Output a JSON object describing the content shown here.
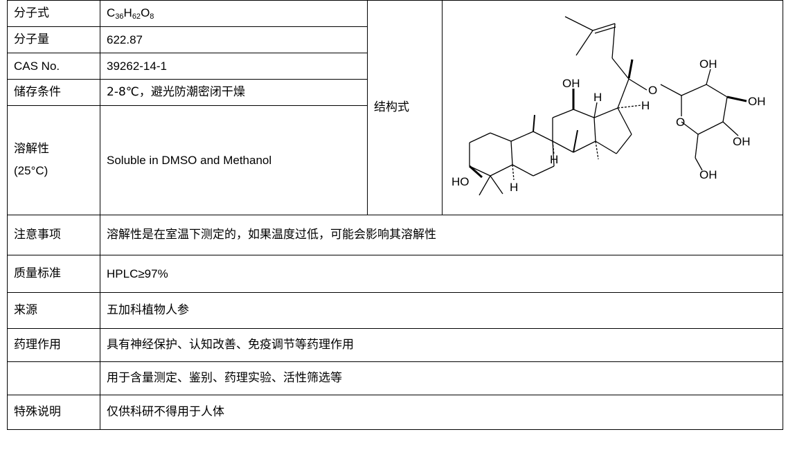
{
  "rows": {
    "formula": {
      "label": "分子式",
      "value_parts": [
        "C",
        "36",
        "H",
        "62",
        "O",
        "8"
      ]
    },
    "mw": {
      "label": "分子量",
      "value": "622.87"
    },
    "cas": {
      "label": "CAS No.",
      "value": "39262-14-1"
    },
    "storage": {
      "label": "储存条件",
      "value": "2-8℃，避光防潮密闭干燥"
    },
    "solubility": {
      "label_line1": "溶解性",
      "label_line2": "(25°C)",
      "value": "Soluble in DMSO and Methanol"
    },
    "structure_label": "结构式",
    "notes": {
      "label": "注意事项",
      "value": "溶解性是在室温下测定的，如果温度过低，可能会影响其溶解性"
    },
    "quality": {
      "label": "质量标准",
      "value": "HPLC≥97%"
    },
    "source": {
      "label": "来源",
      "value": "五加科植物人参"
    },
    "pharmacology": {
      "label": "药理作用",
      "value": "具有神经保护、认知改善、免疫调节等药理作用"
    },
    "application": {
      "label": "",
      "value": "用于含量测定、鉴别、药理实验、活性筛选等"
    },
    "special": {
      "label": "特殊说明",
      "value": "仅供科研不得用于人体"
    }
  },
  "structure_atoms": {
    "oh_top": "OH",
    "oh_ring1": "OH",
    "oh_ring2": "OH",
    "oh_ch2": "OH",
    "oh_c12": "OH",
    "ho_c3": "HO",
    "h_c13": "H",
    "h_c17": "H",
    "h_c9": "H",
    "h_c5": "H",
    "o_glyco": "O",
    "o_ring": "O"
  }
}
